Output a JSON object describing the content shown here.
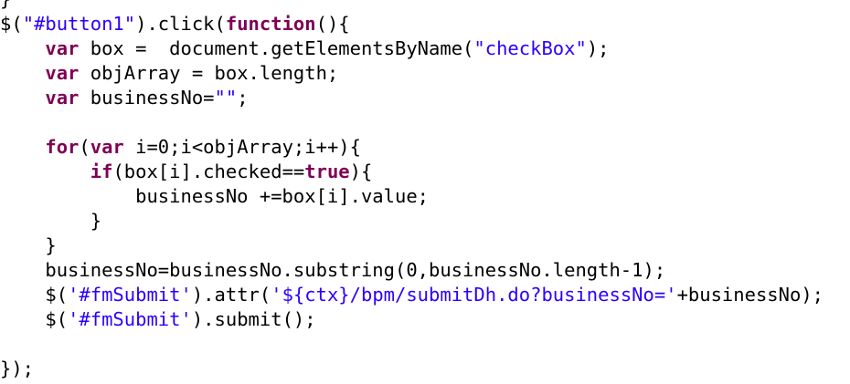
{
  "editor": {
    "lines": [
      [
        {
          "t": "}",
          "c": "pl"
        }
      ],
      [
        {
          "t": "$(",
          "c": "pl"
        },
        {
          "t": "\"#button1\"",
          "c": "str"
        },
        {
          "t": ").click(",
          "c": "pl"
        },
        {
          "t": "function",
          "c": "kw"
        },
        {
          "t": "(){",
          "c": "pl"
        }
      ],
      [
        {
          "t": "    ",
          "c": "pl"
        },
        {
          "t": "var",
          "c": "kw"
        },
        {
          "t": " box =  document.getElementsByName(",
          "c": "pl"
        },
        {
          "t": "\"checkBox\"",
          "c": "str"
        },
        {
          "t": ");",
          "c": "pl"
        }
      ],
      [
        {
          "t": "    ",
          "c": "pl"
        },
        {
          "t": "var",
          "c": "kw"
        },
        {
          "t": " objArray = box.length;",
          "c": "pl"
        }
      ],
      [
        {
          "t": "    ",
          "c": "pl"
        },
        {
          "t": "var",
          "c": "kw"
        },
        {
          "t": " businessNo=",
          "c": "pl"
        },
        {
          "t": "\"\"",
          "c": "str"
        },
        {
          "t": ";",
          "c": "pl"
        }
      ],
      [],
      [
        {
          "t": "    ",
          "c": "pl"
        },
        {
          "t": "for",
          "c": "kw"
        },
        {
          "t": "(",
          "c": "pl"
        },
        {
          "t": "var",
          "c": "kw"
        },
        {
          "t": " i=0;i<objArray;i++){",
          "c": "pl"
        }
      ],
      [
        {
          "t": "        ",
          "c": "pl"
        },
        {
          "t": "if",
          "c": "kw"
        },
        {
          "t": "(box[i].checked==",
          "c": "pl"
        },
        {
          "t": "true",
          "c": "kw"
        },
        {
          "t": "){",
          "c": "pl"
        }
      ],
      [
        {
          "t": "            businessNo +=box[i].value;",
          "c": "pl"
        }
      ],
      [
        {
          "t": "        }",
          "c": "pl"
        }
      ],
      [
        {
          "t": "    }",
          "c": "pl"
        }
      ],
      [
        {
          "t": "    businessNo=businessNo.substring(0,businessNo.length-1);",
          "c": "pl"
        }
      ],
      [
        {
          "t": "    $(",
          "c": "pl"
        },
        {
          "t": "'#fmSubmit'",
          "c": "str"
        },
        {
          "t": ").attr(",
          "c": "pl"
        },
        {
          "t": "'${ctx}/bpm/submitDh.do?businessNo='",
          "c": "str"
        },
        {
          "t": "+businessNo);",
          "c": "pl"
        }
      ],
      [
        {
          "t": "    $(",
          "c": "pl"
        },
        {
          "t": "'#fmSubmit'",
          "c": "str"
        },
        {
          "t": ").submit();",
          "c": "pl"
        }
      ],
      [],
      [
        {
          "t": "});",
          "c": "pl"
        }
      ]
    ]
  }
}
